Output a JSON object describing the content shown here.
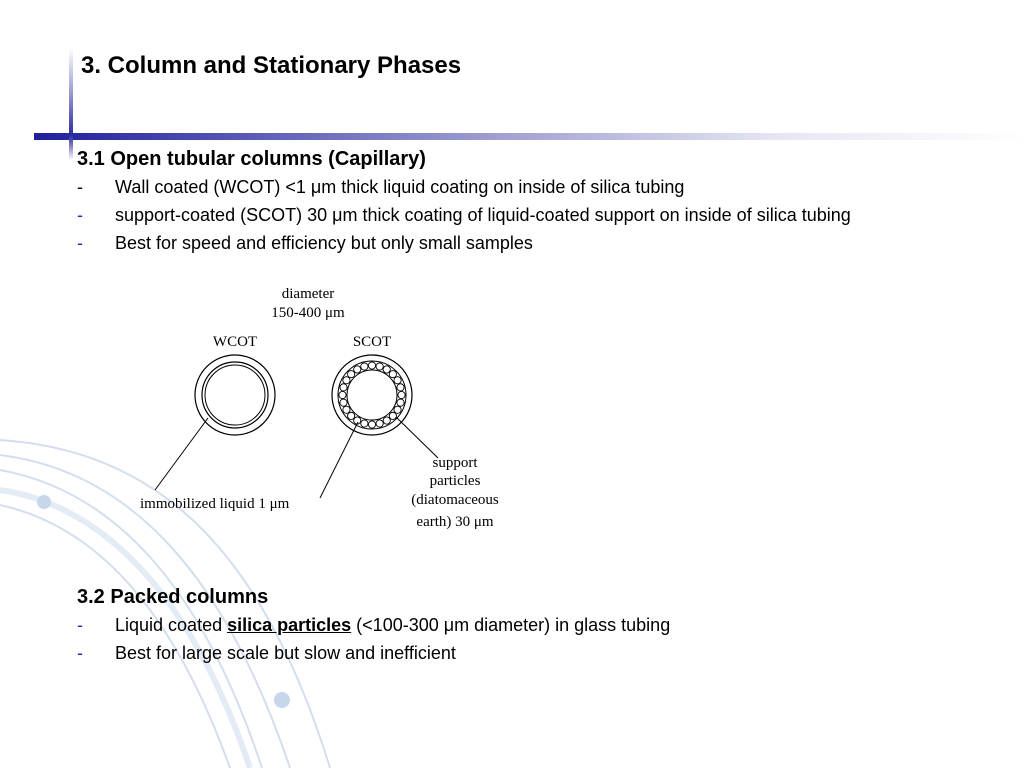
{
  "title": "3. Column and Stationary Phases",
  "section1": {
    "heading": "3.1 Open tubular columns (Capillary)",
    "bullets": [
      {
        "marker": "-",
        "text": "Wall coated (WCOT) <1 μm thick liquid coating on inside of silica tubing"
      },
      {
        "marker": "-",
        "text": "support-coated (SCOT) 30 μm thick coating of liquid-coated support on inside of silica tubing"
      },
      {
        "marker": "-",
        "text": "Best for speed and efficiency but only small samples"
      }
    ]
  },
  "figure": {
    "diameter_line1": "diameter",
    "diameter_line2": "150-400 μm",
    "wcot_label": "WCOT",
    "scot_label": "SCOT",
    "immobilized_label": "immobilized liquid 1 μm",
    "support_line1": "support",
    "support_line2": "particles",
    "support_line3": "(diatomaceous",
    "support_line4": "earth) 30 μm"
  },
  "section2": {
    "heading": "3.2 Packed columns",
    "bullets": [
      {
        "marker": "-",
        "prefix": "Liquid coated ",
        "emphasis": "silica particles",
        "suffix": " (<100-300 μm diameter) in glass tubing"
      },
      {
        "marker": "-",
        "text": "Best for large scale but slow and inefficient"
      }
    ]
  },
  "colors": {
    "accent": "#2a2aa0",
    "swoosh": "#c9d7ea"
  }
}
